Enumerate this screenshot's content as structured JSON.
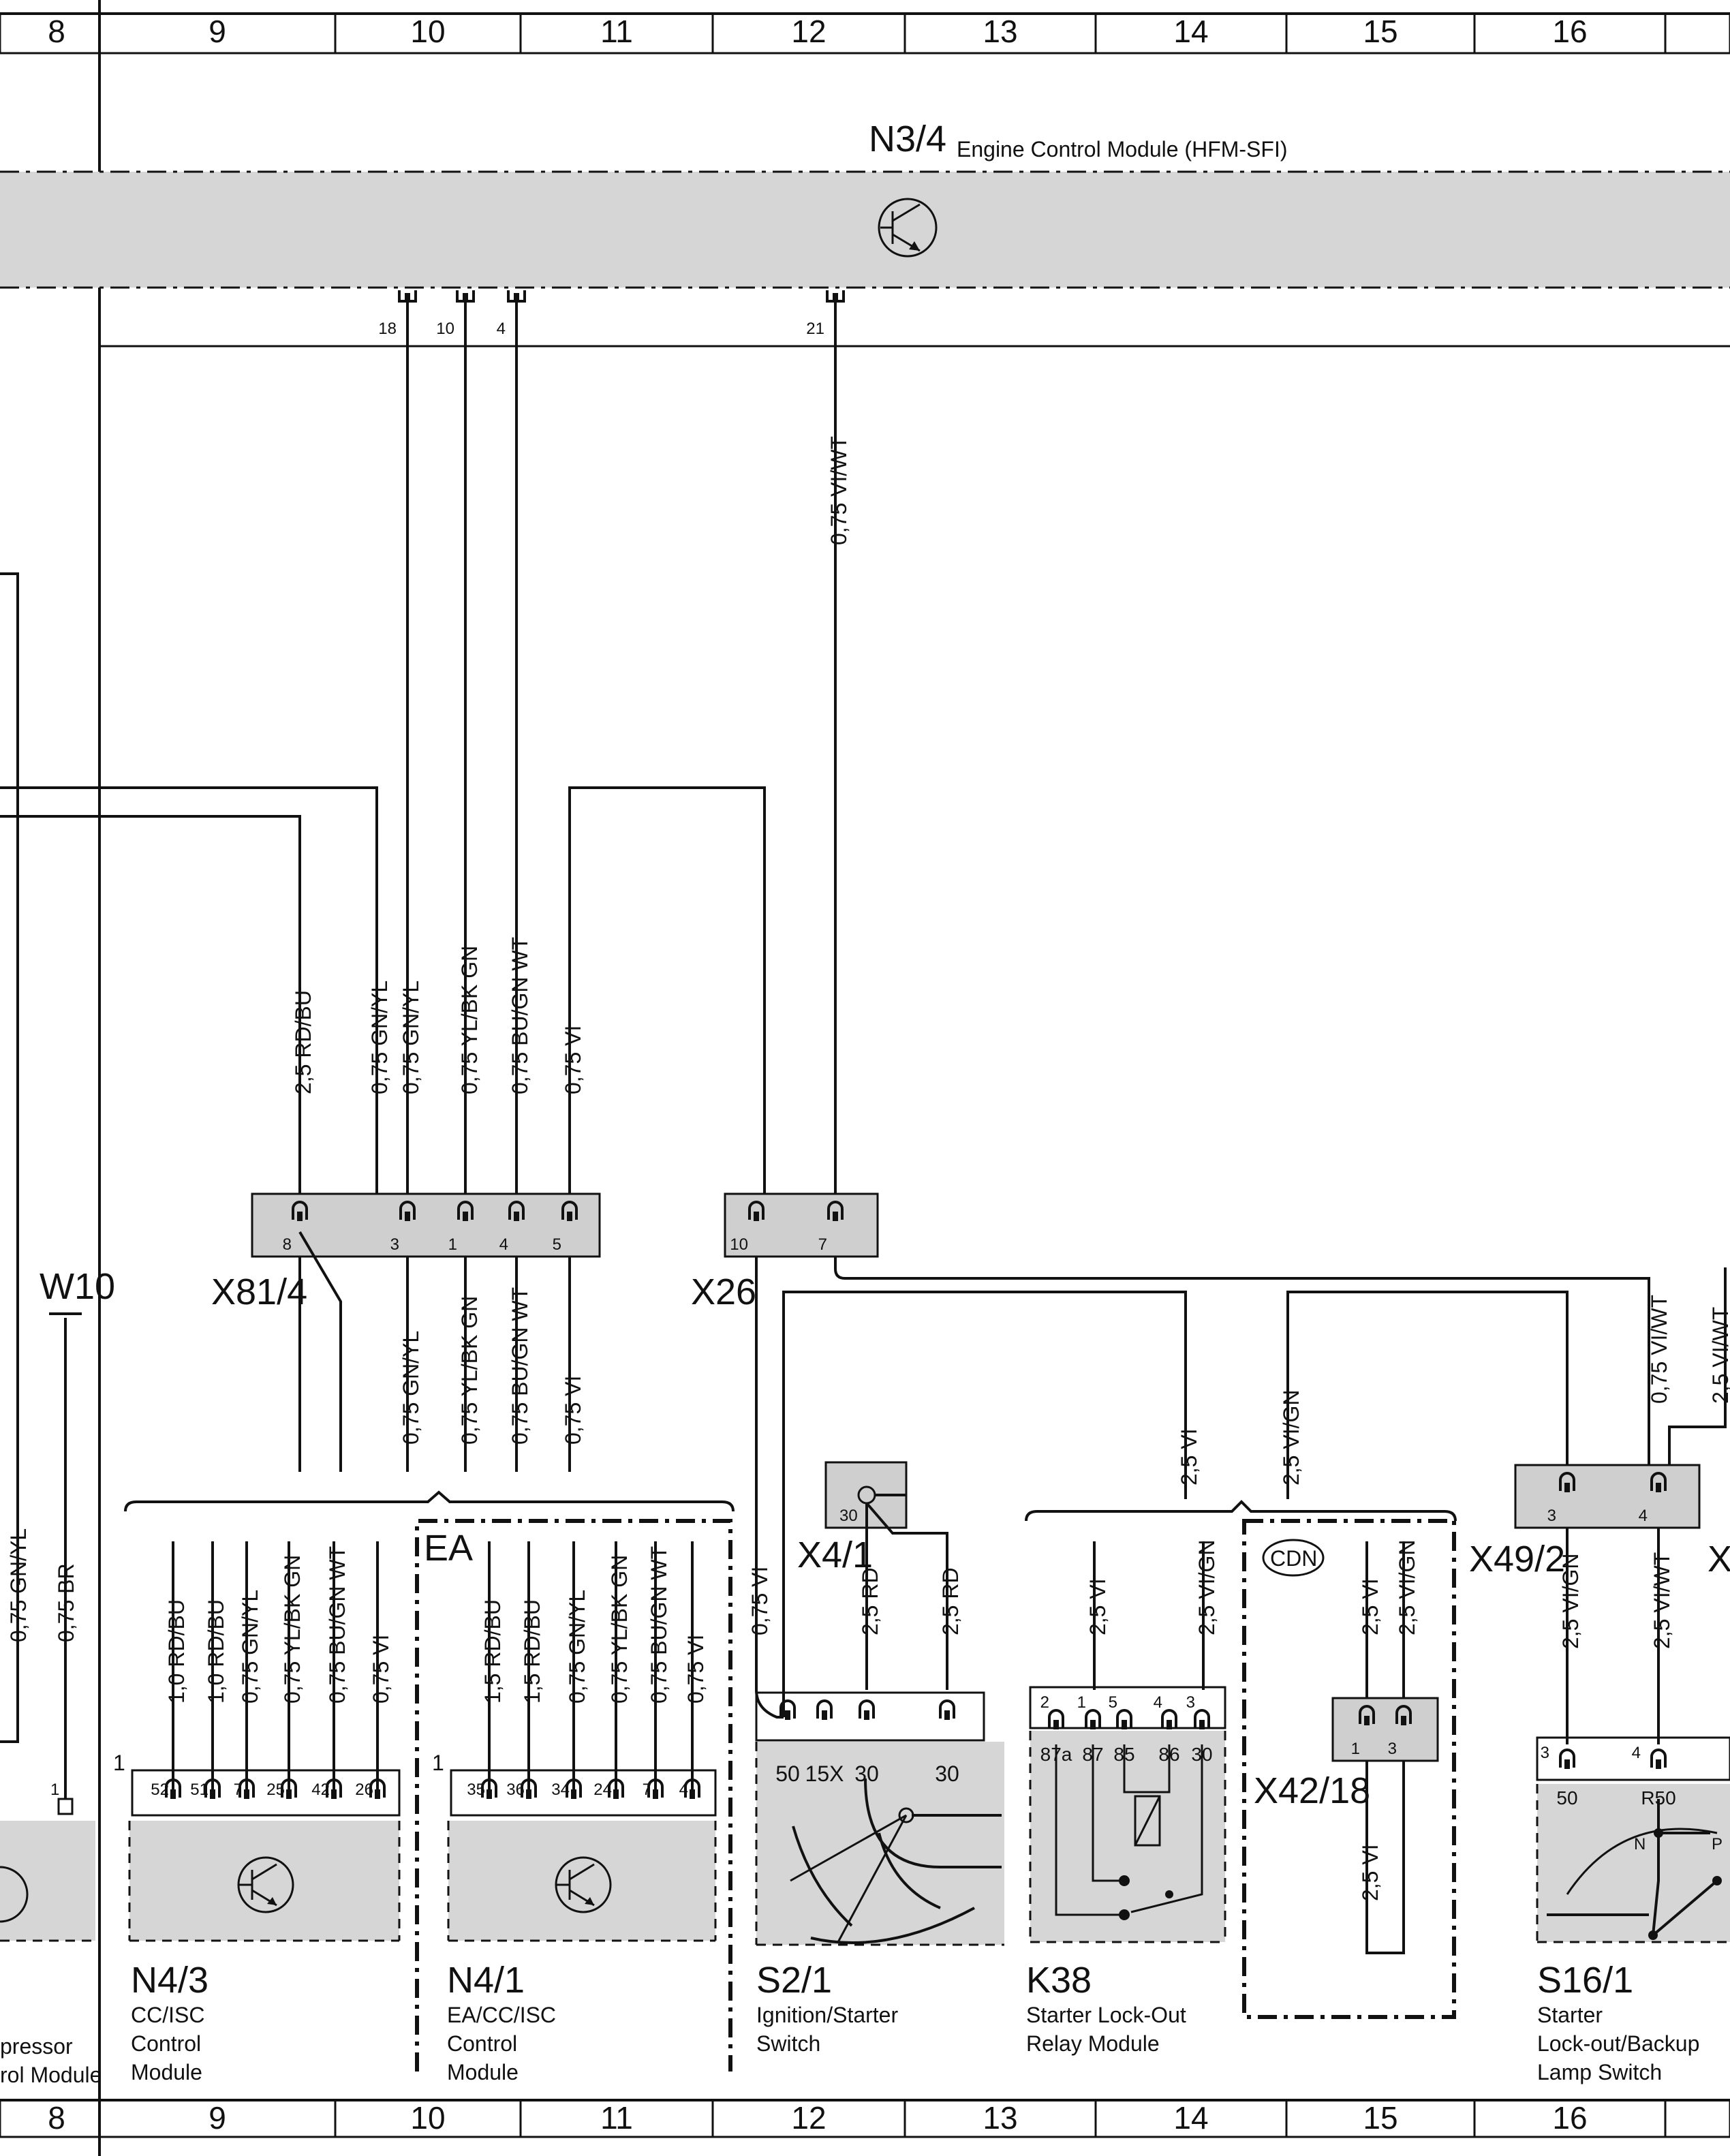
{
  "grid": {
    "numbers": [
      "8",
      "9",
      "10",
      "11",
      "12",
      "13",
      "14",
      "15",
      "16"
    ]
  },
  "ecm": {
    "id": "N3/4",
    "desc": "Engine Control Module (HFM-SFI)",
    "pins": [
      "18",
      "10",
      "4",
      "21"
    ]
  },
  "wires_top": [
    "0,75 VI/WT",
    "2,5 RD/BU",
    "0,75 GN/YL",
    "0,75 GN/YL",
    "0,75 YL/BK GN",
    "0,75 BU/GN WT",
    "0,75 VI"
  ],
  "x81": {
    "id": "X81/4",
    "pins": [
      "8",
      "3",
      "1",
      "4",
      "5"
    ]
  },
  "x26": {
    "id": "X26",
    "pins": [
      "10",
      "7"
    ]
  },
  "w10": {
    "id": "W10"
  },
  "wires_mid": [
    "0,75 GN/YL",
    "0,75 YL/BK GN",
    "0,75 BU/GN WT",
    "0,75 VI"
  ],
  "left_wires": [
    "0,75 GN/YL",
    "0,75 BR"
  ],
  "n43": {
    "id": "N4/3",
    "desc": [
      "CC/ISC",
      "Control",
      "Module"
    ],
    "wires": [
      "1,0 RD/BU",
      "1,0 RD/BU",
      "0,75 GN/YL",
      "0,75 YL/BK GN",
      "0,75 BU/GN WT",
      "0,75 VI"
    ],
    "pins": [
      "52",
      "51",
      "7",
      "25",
      "42",
      "26"
    ],
    "corner": "1"
  },
  "n41": {
    "id": "N4/1",
    "tag": "EA",
    "desc": [
      "EA/CC/ISC",
      "Control",
      "Module"
    ],
    "wires": [
      "1,5 RD/BU",
      "1,5 RD/BU",
      "0,75 GN/YL",
      "0,75 YL/BK GN",
      "0,75 BU/GN WT",
      "0,75 VI"
    ],
    "pins": [
      "35",
      "36",
      "34",
      "24",
      "7",
      "4"
    ],
    "corner": "1"
  },
  "left_module": {
    "text": [
      "pressor",
      "rol Module"
    ],
    "pin": "1"
  },
  "x41": {
    "id": "X4/1",
    "pin": "30"
  },
  "s21": {
    "id": "S2/1",
    "desc": [
      "Ignition/Starter",
      "Switch"
    ],
    "wires": [
      "0,75 VI",
      "2,5 RD",
      "2,5 RD"
    ],
    "pins": [
      "50",
      "15X",
      "30",
      "30"
    ]
  },
  "k38": {
    "id": "K38",
    "desc": [
      "Starter Lock-Out",
      "Relay Module"
    ],
    "top_pins": [
      "2",
      "1",
      "5",
      "4",
      "3"
    ],
    "pins": [
      "87a",
      "87",
      "85",
      "86",
      "30"
    ],
    "wires": [
      "2,5 VI",
      "2,5 VI/GN"
    ]
  },
  "x42": {
    "id": "X42/18",
    "tag": "CDN",
    "pins": [
      "1",
      "3"
    ],
    "wires": [
      "2,5 VI",
      "2,5 VI/GN",
      "2,5 VI"
    ]
  },
  "wires_right": [
    "2,5 VI",
    "2,5 VI/GN",
    "0,75 VI/WT",
    "2,5 VI/WT"
  ],
  "x49": {
    "id": "X49/2",
    "pins": [
      "3",
      "4"
    ]
  },
  "x49_wires": [
    "2,5 VI/GN",
    "2,5 VI/WT"
  ],
  "s161": {
    "id": "S16/1",
    "desc": [
      "Starter",
      "Lock-out/Backup",
      "Lamp Switch"
    ],
    "top_pins": [
      "3",
      "4"
    ],
    "pins": [
      "50",
      "R50"
    ],
    "marks": [
      "N",
      "P"
    ]
  },
  "edge_letter": "X"
}
